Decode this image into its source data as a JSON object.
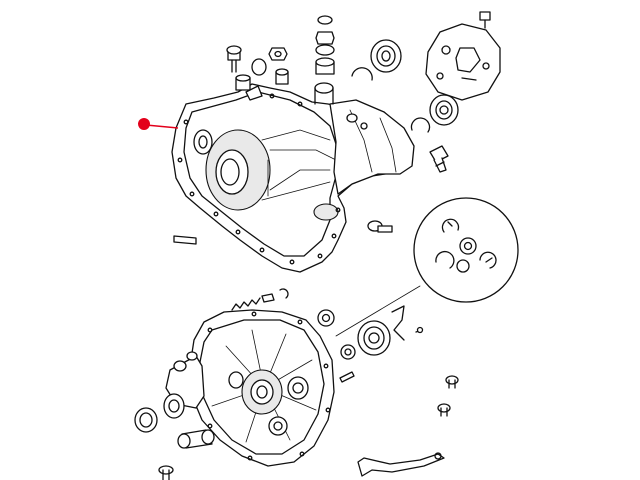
{
  "diagram": {
    "marker_color": "#e3001b",
    "line_color": "#111111",
    "background": "#ffffff",
    "parts": {
      "upper_housing": "transmission-case",
      "lower_housing": "clutch-housing",
      "detail_callout": "circlip-and-bearing-detail",
      "marker": "selected-part-marker"
    }
  }
}
